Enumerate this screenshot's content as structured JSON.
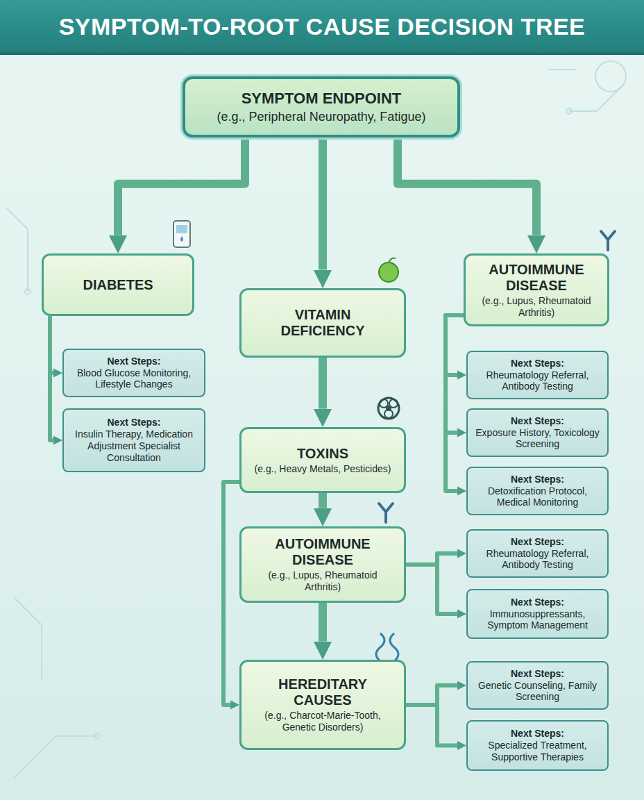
{
  "diagram": {
    "title": "SYMPTOM-TO-ROOT CAUSE DECISION TREE",
    "nodes": [
      {
        "text": [
          "SYMPTOM ENDPOINT",
          "(e.g., Peripheral Neuropathy, Fatigue)"
        ]
      },
      {
        "text": [
          "DIABETES"
        ]
      },
      {
        "text": [
          "VITAMIN DEFICIENCY"
        ]
      },
      {
        "text": [
          "AUTOIMMUNE DISEASE",
          "(e.g., Lupus, Rheumatoid Arthritis)"
        ]
      },
      {
        "text": [
          "Next Steps:",
          "Blood Glucose Monitoring, Lifestyle Changes"
        ]
      },
      {
        "text": [
          "Next Steps:",
          "Insulin Therapy, Medication Adjustment Specialist Consultation"
        ]
      },
      {
        "text": [
          "TOXINS",
          "(e.g., Heavy Metals, Pesticides)"
        ]
      },
      {
        "text": [
          "Next Steps:",
          "Rheumatology Referral, Antibody Testing"
        ]
      },
      {
        "text": [
          "Next Steps:",
          "Exposure History, Toxicology Screening"
        ]
      },
      {
        "text": [
          "Next Steps:",
          "Detoxification Protocol, Medical Monitoring"
        ]
      },
      {
        "text": [
          "AUTOIMMUNE DISEASE",
          "(e.g., Lupus, Rheumatoid Arthritis)"
        ]
      },
      {
        "text": [
          "Next Steps:",
          "Rheumatology Referral, Antibody Testing"
        ]
      },
      {
        "text": [
          "Next Steps:",
          "Immunosuppressants, Symptom Management"
        ]
      },
      {
        "text": [
          "HEREDITARY CAUSES",
          "(e.g., Charcot-Marie-Tooth, Genetic Disorders)"
        ]
      },
      {
        "text": [
          "Next Steps:",
          "Genetic Counseling, Family Screening"
        ]
      },
      {
        "text": [
          "Next Steps:",
          "Specialized Treatment, Supportive Therapies"
        ]
      }
    ],
    "edges": [
      {
        "from": 0,
        "to": 1,
        "arrow": "to"
      },
      {
        "from": 0,
        "to": 2,
        "arrow": "to"
      },
      {
        "from": 0,
        "to": 3,
        "arrow": "to"
      },
      {
        "from": 1,
        "to": 4,
        "arrow": "to"
      },
      {
        "from": 1,
        "to": 5,
        "arrow": "to"
      },
      {
        "from": 2,
        "to": 6,
        "arrow": "to"
      },
      {
        "from": 3,
        "to": 7,
        "arrow": "to"
      },
      {
        "from": 3,
        "to": 8,
        "arrow": "to"
      },
      {
        "from": 3,
        "to": 9,
        "arrow": "to"
      },
      {
        "from": 6,
        "to": 10,
        "arrow": "to"
      },
      {
        "from": 6,
        "to": 13,
        "arrow": "to"
      },
      {
        "from": 10,
        "to": 11,
        "arrow": "to"
      },
      {
        "from": 10,
        "to": 12,
        "arrow": "to"
      },
      {
        "from": 10,
        "to": 13,
        "arrow": "to"
      },
      {
        "from": 13,
        "to": 14,
        "arrow": "to"
      },
      {
        "from": 13,
        "to": 15,
        "arrow": "to"
      }
    ]
  }
}
